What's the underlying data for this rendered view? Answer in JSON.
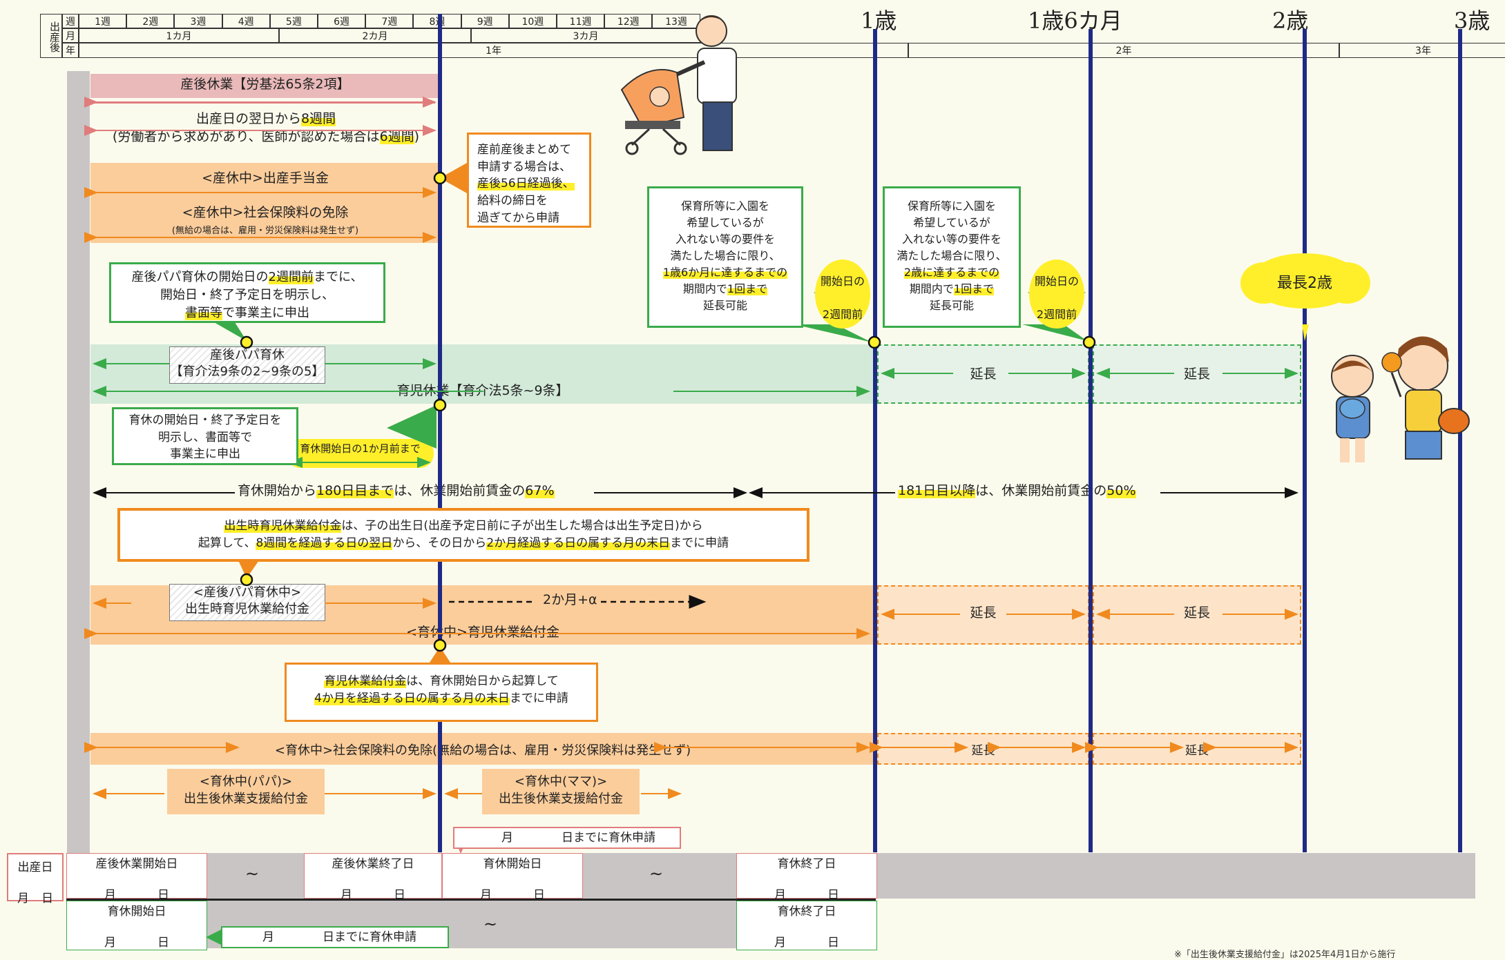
{
  "header": {
    "row_label": "出産後",
    "row1": "週",
    "row2": "月",
    "row3": "年",
    "weeks": [
      "1週",
      "2週",
      "3週",
      "4週",
      "5週",
      "6週",
      "7週",
      "8週",
      "9週",
      "10週",
      "11週",
      "12週",
      "13週"
    ],
    "months": [
      "1カ月",
      "2カ月",
      "3カ月"
    ],
    "years": [
      "1年",
      "2年",
      "3年"
    ],
    "ages": [
      "1歳",
      "1歳6カ月",
      "2歳",
      "3歳"
    ]
  },
  "rows": {
    "maternity_leave": "産後休業【労基法65条2項】",
    "maternity_desc_1a": "出産日の翌日から",
    "maternity_desc_1b": "8週間",
    "maternity_desc_2a": "(労働者から求めがあり、医師が認めた場合は",
    "maternity_desc_2b": "6週間",
    "maternity_desc_2c": ")",
    "childbirth_allowance": "<産休中>出産手当金",
    "social_insurance_exempt": "<産休中>社会保険料の免除",
    "social_insurance_note": "(無給の場合は、雇用・労災保険料は発生せず)",
    "papa_leave_1": "産後パパ育休",
    "papa_leave_2": "【育介法9条の2~9条の5】",
    "childcare_leave": "育児休業【育介法5条~9条】",
    "extend": "延長",
    "one_month_before": "育休開始日の1か月前まで",
    "wage_67_a": "育休開始から",
    "wage_67_b": "180日目まで",
    "wage_67_c": "は、休業開始前賃金の",
    "wage_67_d": "67%",
    "wage_50_a": "181日目以降",
    "wage_50_b": "は、休業開始前賃金の",
    "wage_50_c": "50%",
    "papa_benefit_1": "<産後パパ育休中>",
    "papa_benefit_2": "出生時育児休業給付金",
    "two_months_plus": "2か月+α",
    "childcare_benefit": "<育休中>育児休業給付金",
    "social_insurance_leave": "<育休中>社会保険料の免除(無給の場合は、雇用・労災保険料は発生せず)",
    "support_papa_1": "<育休中(パパ)>",
    "support_papa_2": "出生後休業支援給付金",
    "support_mama_1": "<育休中(ママ)>",
    "support_mama_2": "出生後休業支援給付金"
  },
  "callouts": {
    "combined_1": "産前産後まとめて",
    "combined_2": "申請する場合は、",
    "combined_3": "産後56日経過後、",
    "combined_4": "給料の締日を",
    "combined_5": "過ぎてから申請",
    "papa_notice_1a": "産後パパ育休の開始日の",
    "papa_notice_1b": "2週間前",
    "papa_notice_1c": "までに、",
    "papa_notice_2": "開始日・終了予定日を明示し、",
    "papa_notice_3a": "書面等",
    "papa_notice_3b": "で事業主に申出",
    "leave_notice_1": "育休の開始日・終了予定日を",
    "leave_notice_2": "明示し、書面等で",
    "leave_notice_3": "事業主に申出",
    "ext1_1": "保育所等に入園を",
    "ext1_2": "希望しているが",
    "ext1_3": "入れない等の要件を",
    "ext1_4": "満たした場合に限り、",
    "ext1_5": "1歳6か月に達するまでの",
    "ext1_6a": "期間内で",
    "ext1_6b": "1回まで",
    "ext1_7": "延長可能",
    "ext2_1": "保育所等に入園を",
    "ext2_2": "希望しているが",
    "ext2_3": "入れない等の要件を",
    "ext2_4": "満たした場合に限り、",
    "ext2_5": "2歳に達するまでの",
    "ext2_6a": "期間内で",
    "ext2_6b": "1回まで",
    "ext2_7": "延長可能",
    "bubble1_1": "開始日の",
    "bubble1_2": "2週間前",
    "bubble2_1": "開始日の",
    "bubble2_2": "2週間前",
    "max_age": "最長2歳",
    "birth_benefit_1a": "出生時育児休業給付金",
    "birth_benefit_1b": "は、子の出生日(出産予定日前に子が出生した場合は出生予定日)から",
    "birth_benefit_2a": "起算して、",
    "birth_benefit_2b": "8週間を経過する日の翌日",
    "birth_benefit_2c": "から、その日から",
    "birth_benefit_2d": "2か月経過する日の属する月の末日",
    "birth_benefit_2e": "までに申請",
    "childcare_benefit_1a": "育児休業給付金",
    "childcare_benefit_1b": "は、育休開始日から起算して",
    "childcare_benefit_2a": "4か月を経過する日の属する月の末日",
    "childcare_benefit_2b": "までに申請"
  },
  "bottom": {
    "birth_day": "出産日",
    "month": "月",
    "day": "日",
    "mat_start": "産後休業開始日",
    "mat_end": "産後休業終了日",
    "leave_start": "育休開始日",
    "leave_end": "育休終了日",
    "tilde": "~",
    "apply_by": "日までに育休申請",
    "footer": "※「出生後休業支援給付金」は2025年4月1日から施行"
  },
  "colors": {
    "navy": "#1f2a86",
    "pink": "#eab9b9",
    "orange": "#fbcd9b",
    "orange_line": "#f08a1e",
    "green": "#d3ead9",
    "green_line": "#3aab4a",
    "yellow": "#ffef2a",
    "gray": "#c9c5c5"
  }
}
